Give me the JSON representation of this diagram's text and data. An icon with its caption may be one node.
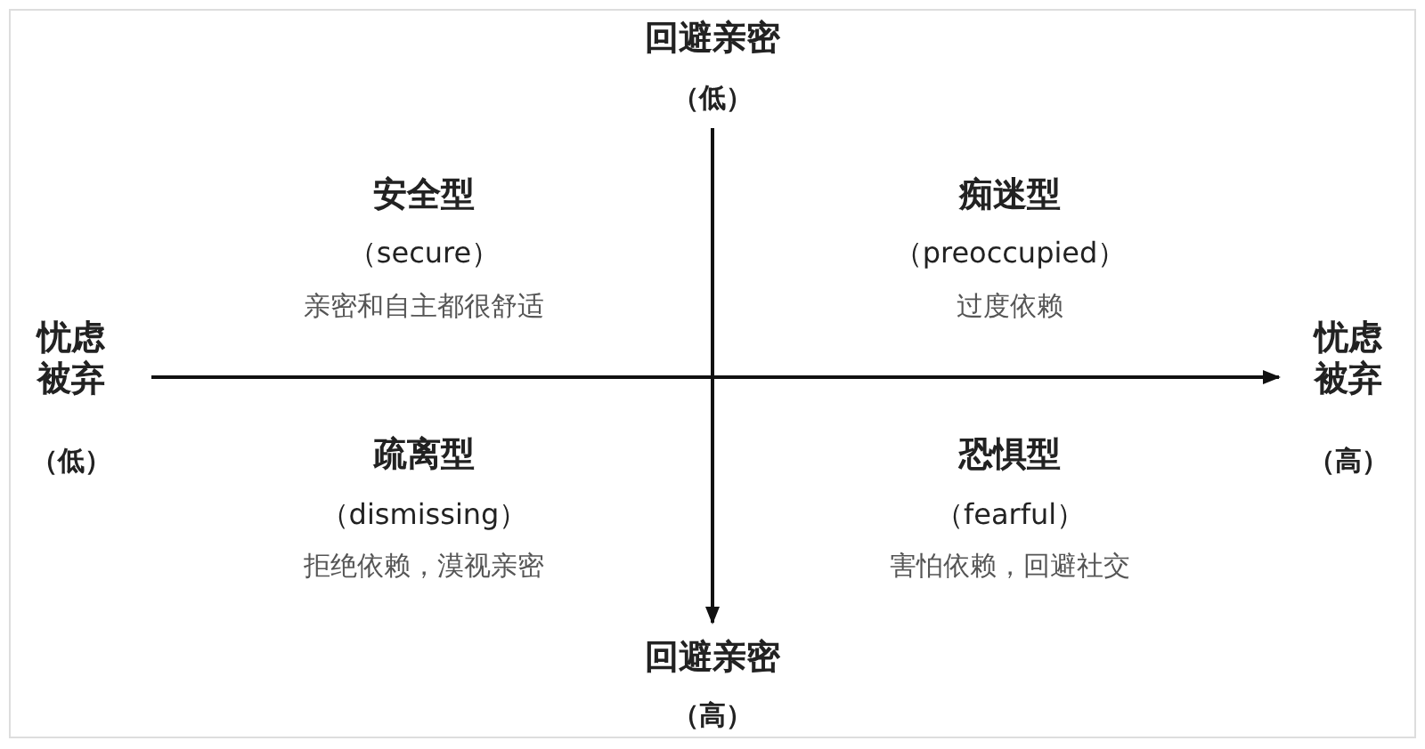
{
  "diagram": {
    "labels": [
      "回避亲密",
      "（低）",
      "安全型",
      "（secure）",
      "亲密和自主都很舒适",
      "痴迷型",
      "（preoccupied）",
      "过度依赖",
      "忧虑被弃",
      "忧虑被弃",
      "（低）",
      "（高）",
      "疏离型",
      "（dismissing）",
      "拒绝依赖，漠视亲密",
      "恐惧型",
      "（fearful）",
      "害怕依赖，回避社交",
      "回避亲密",
      "（高）"
    ]
  }
}
